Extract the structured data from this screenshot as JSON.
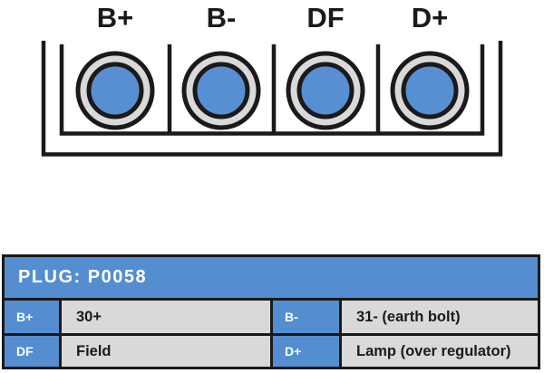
{
  "diagram": {
    "terminals": [
      {
        "label": "B+"
      },
      {
        "label": "B-"
      },
      {
        "label": "DF"
      },
      {
        "label": "D+"
      }
    ]
  },
  "table": {
    "title": "PLUG: P0058",
    "cells": [
      {
        "pin": "B+",
        "desc": "30+"
      },
      {
        "pin": "B-",
        "desc": "31- (earth bolt)"
      },
      {
        "pin": "DF",
        "desc": "Field"
      },
      {
        "pin": "D+",
        "desc": "Lamp (over regulator)"
      }
    ]
  },
  "colors": {
    "blue": "#548ed1",
    "gray": "#d9d9d9",
    "line": "#1a1a1a",
    "socket-blue": "#578fd2"
  }
}
